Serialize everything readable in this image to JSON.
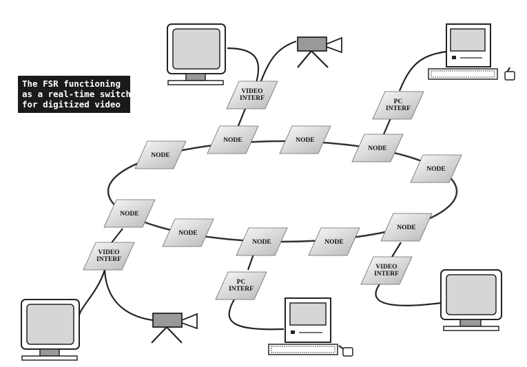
{
  "caption": {
    "line1": "The FSR functioning",
    "line2": "as a real-time switch",
    "line3": "for digitized video"
  },
  "labels": {
    "node": "NODE",
    "video_interf": [
      "VIDEO",
      "INTERF"
    ],
    "pc_interf": [
      "PC",
      "INTERF"
    ]
  },
  "colors": {
    "ink": "#111111",
    "tile_light": "#f2f2f2",
    "tile_dark": "#bdbdbd",
    "screen": "#d6d6d6",
    "caption_bg": "#1a1a1a"
  }
}
